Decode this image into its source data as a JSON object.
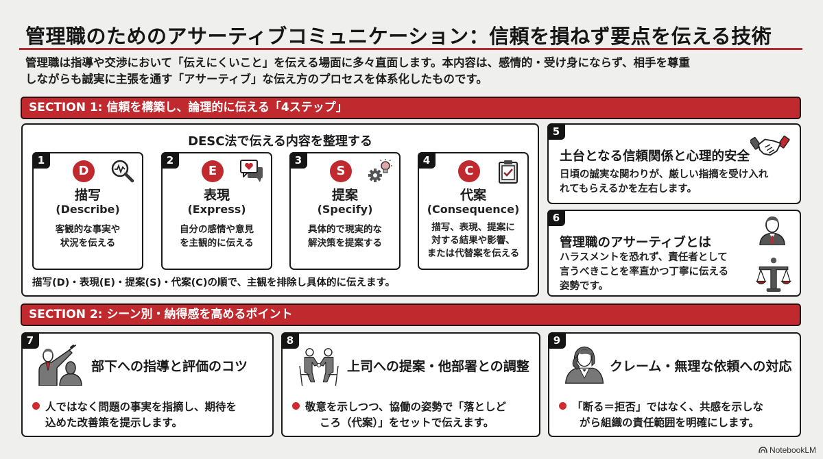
{
  "header": {
    "title": "管理職のためのアサーティブコミュニケーション：信頼を損ねず要点を伝える技術",
    "intro_line1": "管理職は指導や交渉において「伝えにくいこと」を伝える場面に多々直面します。本内容は、感情的・受け身にならず、相手を尊重",
    "intro_line2": "しながらも誠実に主張を通す「アサーティブ」な伝え方のプロセスを体系化したものです。"
  },
  "section1": {
    "label": "SECTION 1: 信頼を構築し、論理的に伝える「4ステップ」",
    "desc_panel": {
      "heading": "DESC法で伝える内容を整理する",
      "steps": [
        {
          "num": "1",
          "letter": "D",
          "name": "描写",
          "en": "(Describe)",
          "desc_line1": "客観的な事実や",
          "desc_line2": "状況を伝える",
          "desc_line3": "",
          "icon": "magnifier-icon"
        },
        {
          "num": "2",
          "letter": "E",
          "name": "表現",
          "en": "(Express)",
          "desc_line1": "自分の感情や意見",
          "desc_line2": "を主観的に伝える",
          "desc_line3": "",
          "icon": "speech-heart-icon"
        },
        {
          "num": "3",
          "letter": "S",
          "name": "提案",
          "en": "(Specify)",
          "desc_line1": "具体的で現実的な",
          "desc_line2": "解決策を提案する",
          "desc_line3": "",
          "icon": "gear-lightbulb-icon"
        },
        {
          "num": "4",
          "letter": "C",
          "name": "代案",
          "en": "(Consequence)",
          "desc_line1": "描写、表現、提案に",
          "desc_line2": "対する結果や影響、",
          "desc_line3": "または代替案を伝える",
          "icon": "clipboard-check-icon"
        }
      ],
      "footer": "描写(D)・表現(E)・提案(S)・代案(C)の順で、主観を排除し具体的に伝えます。"
    },
    "card5": {
      "num": "5",
      "title": "土台となる信頼関係と心理的安全",
      "body_line1": "日頃の誠実な関わりが、厳しい指摘を受け入れ",
      "body_line2": "れてもらえるかを左右します。",
      "icon": "handshake-icon"
    },
    "card6": {
      "num": "6",
      "title": "管理職のアサーティブとは",
      "body_line1": "ハラスメントを恐れず、責任者として",
      "body_line2": "言うべきことを率直かつ丁寧に伝える",
      "body_line3": "姿勢です。",
      "icons": [
        "manager-icon",
        "balance-scale-icon"
      ]
    }
  },
  "section2": {
    "label": "SECTION 2: シーン別・納得感を高めるポイント",
    "cards": [
      {
        "num": "7",
        "title": "部下への指導と評価のコツ",
        "body_line1": "人ではなく問題の事実を指摘し、期待を",
        "body_line2": "込めた改善策を提示します。",
        "icon": "coaching-icon"
      },
      {
        "num": "8",
        "title": "上司への提案・他部署との調整",
        "body_line1": "敬意を示しつつ、協働の姿勢で「落としど",
        "body_line2": "ころ（代案）」をセットで伝えます。",
        "icon": "meeting-handshake-icon"
      },
      {
        "num": "9",
        "title": "クレーム・無理な依頼への対応",
        "body_line1": "「断る＝拒否」ではなく、共感を示しな",
        "body_line2": "がら組織の責任範囲を明確にします。",
        "icon": "phone-operator-icon"
      }
    ]
  },
  "footer": {
    "brand": "NotebookLM"
  },
  "colors": {
    "accent": "#c0292e",
    "dark": "#151515",
    "background": "#efefee"
  }
}
